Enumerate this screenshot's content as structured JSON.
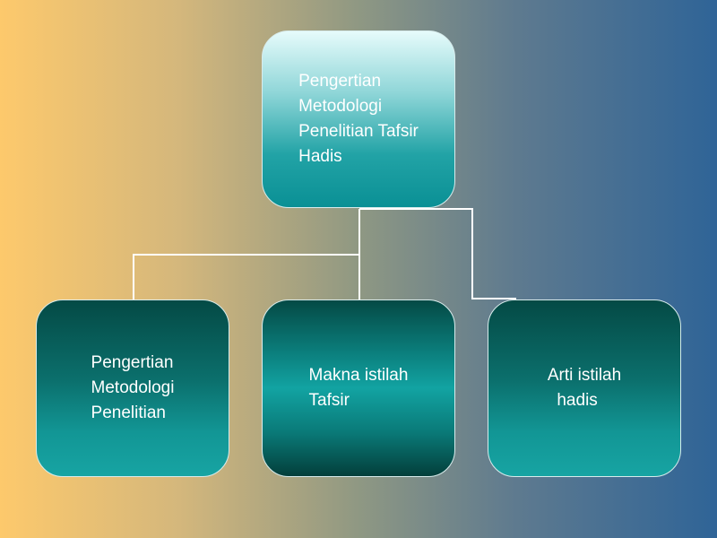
{
  "diagram": {
    "root": {
      "label": "Pengertian\nMetodologi\nPenelitian Tafsir\nHadis"
    },
    "children": [
      {
        "label": "Pengertian\nMetodologi\nPenelitian"
      },
      {
        "label": "Makna istilah\nTafsir"
      },
      {
        "label": "Arti istilah\n  hadis"
      }
    ]
  },
  "colors": {
    "background_left": "#fdc96c",
    "background_right": "#2f6497",
    "box_teal": "#12a3a2",
    "box_dark": "#044a45",
    "connector": "#ffffff",
    "text": "#ffffff"
  }
}
